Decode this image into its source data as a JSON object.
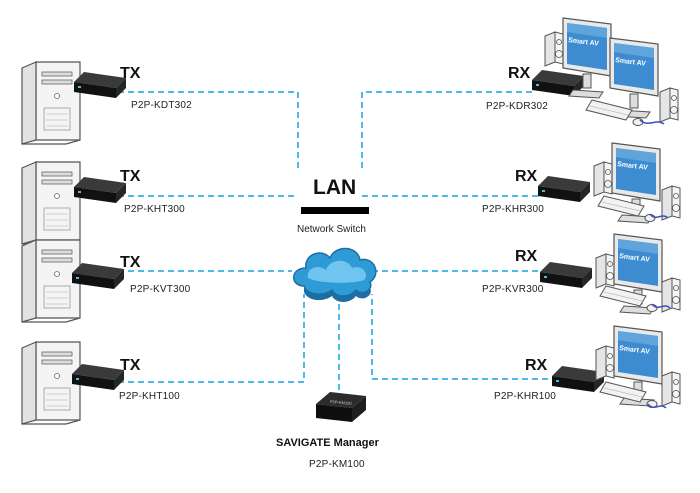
{
  "lan": {
    "title": "LAN",
    "switch_label": "Network Switch"
  },
  "transmitters": [
    {
      "role": "TX",
      "model": "P2P-KDT302"
    },
    {
      "role": "TX",
      "model": "P2P-KHT300"
    },
    {
      "role": "TX",
      "model": "P2P-KVT300"
    },
    {
      "role": "TX",
      "model": "P2P-KHT100"
    }
  ],
  "receivers": [
    {
      "role": "RX",
      "model": "P2P-KDR302",
      "monitor_brand": "Smart AV",
      "monitors": 2
    },
    {
      "role": "RX",
      "model": "P2P-KHR300",
      "monitor_brand": "Smart AV",
      "monitors": 1
    },
    {
      "role": "RX",
      "model": "P2P-KVR300",
      "monitor_brand": "Smart AV",
      "monitors": 1
    },
    {
      "role": "RX",
      "model": "P2P-KHR100",
      "monitor_brand": "Smart AV",
      "monitors": 1
    }
  ],
  "manager": {
    "name": "SAVIGATE Manager",
    "model": "P2P-KM100",
    "device_text": "P2P-KM100"
  },
  "colors": {
    "link": "#4fb8e8",
    "cloud": "#2b9bd6",
    "device": "#1c1c1c",
    "pc_case": "#f2f2f2"
  }
}
